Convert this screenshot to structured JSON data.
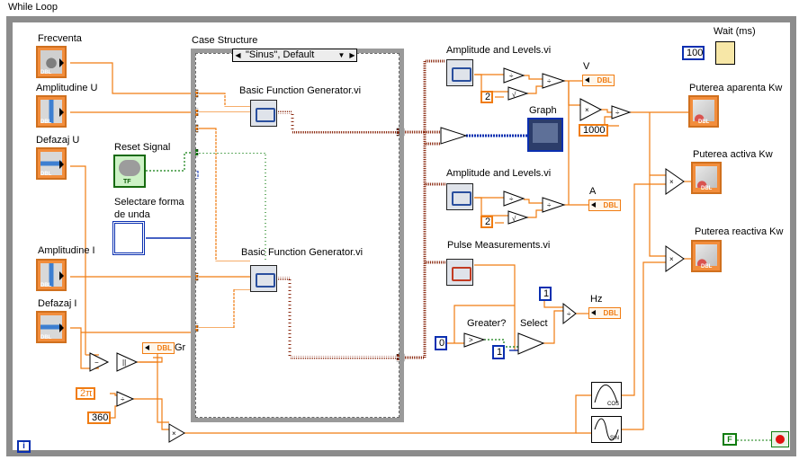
{
  "loop": {
    "title": "While Loop"
  },
  "case_structure": {
    "label": "Case Structure",
    "selector": "\"Sinus\", Default"
  },
  "controls": {
    "frecventa": "Frecventa",
    "amplitudine_u": "Amplitudine U",
    "defazaj_u": "Defazaj U",
    "reset_signal": "Reset Signal",
    "selectare": "Selectare forma de unda",
    "amplitudine_i": "Amplitudine I",
    "defazaj_i": "Defazaj I"
  },
  "subvis": {
    "bfg1": "Basic Function Generator.vi",
    "bfg2": "Basic Function Generator.vi",
    "al1": "Amplitude and Levels.vi",
    "al2": "Amplitude and Levels.vi",
    "pulse": "Pulse Measurements.vi"
  },
  "labels": {
    "graph": "Graph",
    "v": "V",
    "a": "A",
    "hz": "Hz",
    "greater": "Greater?",
    "select": "Select",
    "gr": "Gr",
    "wait": "Wait (ms)",
    "p_aparenta": "Puterea aparenta  Kw",
    "p_activa": "Puterea activa  Kw",
    "p_reactiva": "Puterea reactiva Kw",
    "cos": "COS",
    "sin": "SIN",
    "dbl": "DBL",
    "tf": "TF"
  },
  "constants": {
    "two_a": "2",
    "two_b": "2",
    "k1000": "1000",
    "k360": "360",
    "two_pi": "2π",
    "zero": "0",
    "one_a": "1",
    "one_b": "1",
    "wait_ms": "100",
    "false_const": "F",
    "iteration": "i"
  },
  "colors": {
    "orange_wire": "#f07c12",
    "blue_wire": "#0a2fb0",
    "waveform_wire": "#8b2a10",
    "bool_wire": "#0f7d0e",
    "loop_border": "#8c8c8c"
  }
}
